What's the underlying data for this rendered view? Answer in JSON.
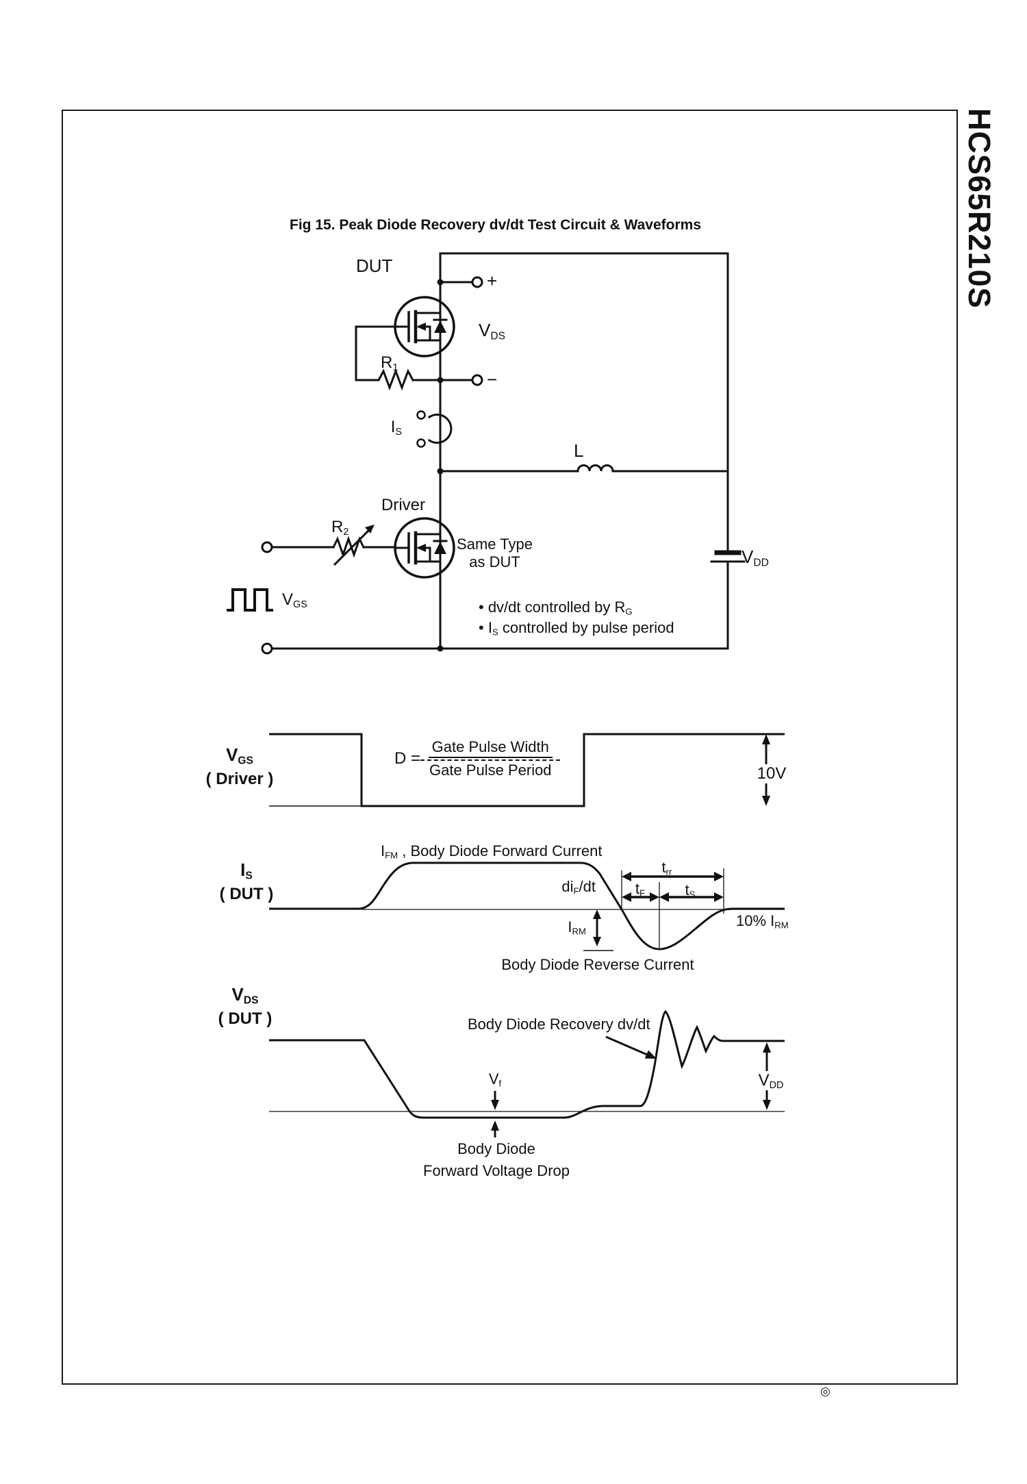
{
  "page": {
    "title": "Fig 15.  Peak Diode Recovery dv/dt Test Circuit  &  Waveforms",
    "part_number": "HCS65R210S",
    "copyright_mark": "◎"
  },
  "circuit": {
    "dut": "DUT",
    "driver": "Driver",
    "plus": "+",
    "minus": "−",
    "l": "L",
    "vds": {
      "pre": "V",
      "sub": "DS"
    },
    "r1": {
      "pre": "R",
      "sub": "1"
    },
    "r2": {
      "pre": "R",
      "sub": "2"
    },
    "is": {
      "pre": "I",
      "sub": "S"
    },
    "vgs": {
      "pre": "V",
      "sub": "GS"
    },
    "vdd": {
      "pre": "V",
      "sub": "DD"
    },
    "same_type": {
      "line1": "Same Type",
      "line2": "as DUT"
    },
    "notes": [
      {
        "pre": "• dv/dt controlled by  R",
        "sub": "G",
        "post": ""
      },
      {
        "pre": "• I",
        "sub": "S",
        "post": " controlled by pulse period"
      }
    ]
  },
  "waveforms": {
    "vgs": {
      "axis": {
        "pre": "V",
        "sub": "GS",
        "line2": "( Driver )"
      },
      "formula_lhs": "D =",
      "formula_num": "Gate Pulse Width",
      "formula_den": "Gate Pulse Period",
      "amplitude": "10V"
    },
    "is": {
      "axis": {
        "pre": "I",
        "sub": "S",
        "line2": "( DUT )"
      },
      "ifm": {
        "pre": "I",
        "sub": "FM",
        "post": " , Body Diode Forward Current"
      },
      "difdt": {
        "pre": "di",
        "sub": "F",
        "post": "/dt"
      },
      "trr": {
        "pre": "t",
        "sub": "rr"
      },
      "tf": {
        "pre": "t",
        "sub": "F"
      },
      "ts": {
        "pre": "t",
        "sub": "S"
      },
      "irm": {
        "pre": "I",
        "sub": "RM"
      },
      "pct_irm": {
        "pre": "10% I",
        "sub": "RM"
      },
      "reverse": "Body Diode Reverse Current"
    },
    "vds": {
      "axis": {
        "pre": "V",
        "sub": "DS",
        "line2": "( DUT )"
      },
      "recovery": "Body Diode Recovery dv/dt",
      "vf": {
        "pre": "V",
        "sub": "f"
      },
      "vdd": {
        "pre": "V",
        "sub": "DD"
      },
      "fwd": {
        "line1": "Body Diode",
        "line2": "Forward Voltage Drop"
      }
    }
  }
}
